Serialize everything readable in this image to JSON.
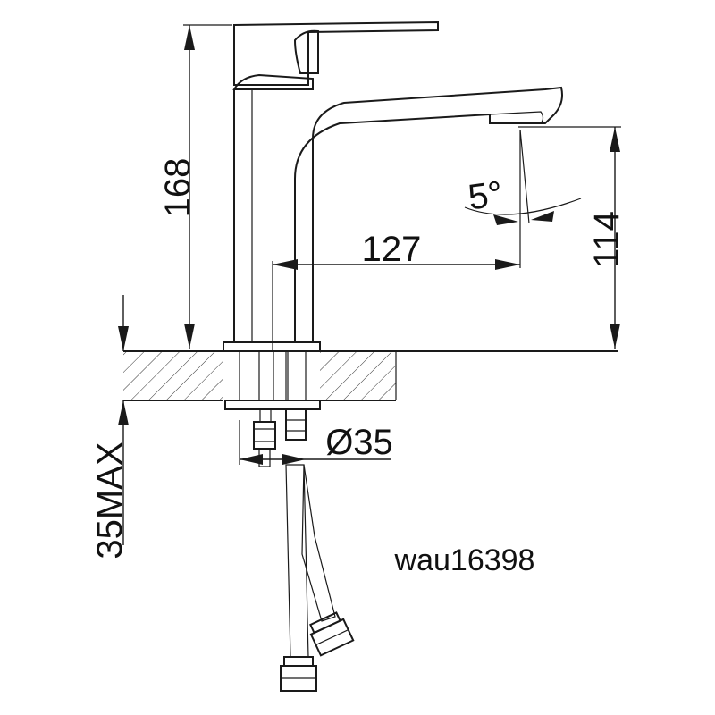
{
  "dimensions": {
    "height_total": "168",
    "spout_height": "114",
    "spout_reach": "127",
    "angle": "5°",
    "hole_diameter": "Ø35",
    "deck_thickness": "35MAX"
  },
  "model_number": "wau16398",
  "colors": {
    "line": "#1a1a1a",
    "background": "#ffffff"
  }
}
